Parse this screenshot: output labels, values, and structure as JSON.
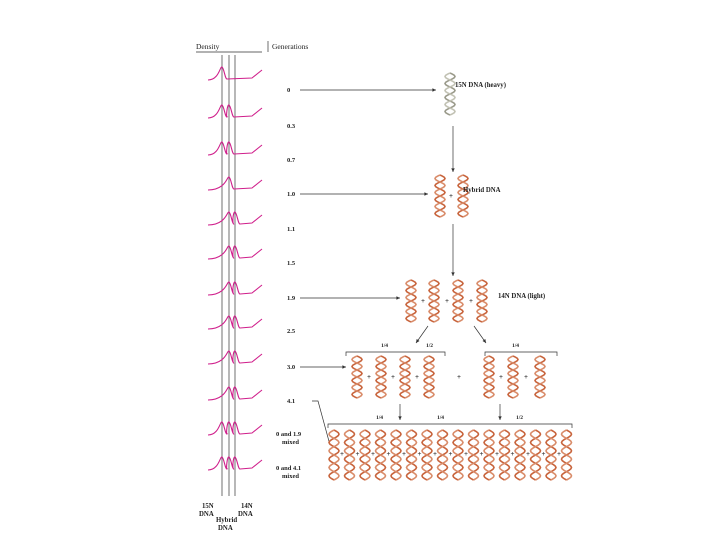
{
  "header": {
    "density": "Density",
    "generations": "Generations"
  },
  "generations": [
    "0",
    "0.3",
    "0.7",
    "1.0",
    "1.1",
    "1.5",
    "1.9",
    "2.5",
    "3.0",
    "4.1",
    "0 and 1.9\nmixed",
    "0 and 4.1\nmixed"
  ],
  "labels": {
    "heavy": "15N DNA (heavy)",
    "hybrid": "Hybrid DNA",
    "light": "14N DNA (light)"
  },
  "bottom_labels": {
    "n15": "15N\nDNA",
    "hybrid": "Hybrid\nDNA",
    "n14": "14N\nDNA"
  },
  "fractions": {
    "quarter": "1/4",
    "half": "1/2"
  },
  "symbols": {
    "plus": "+"
  },
  "colors": {
    "density_curve": "#d0208c",
    "light_dna": "#c8643c",
    "heavy_dna": "#9a9a8a"
  }
}
